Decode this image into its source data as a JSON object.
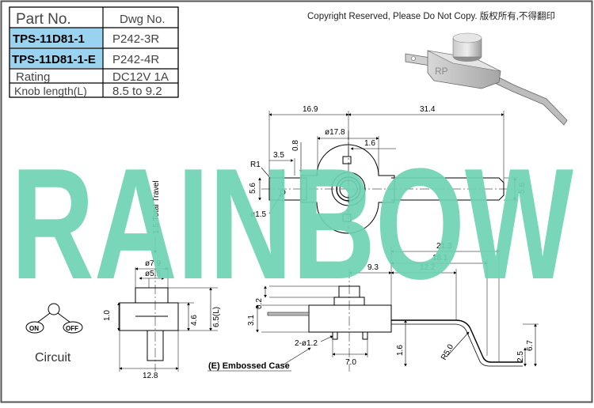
{
  "table": {
    "header": [
      "Part No.",
      "Dwg No."
    ],
    "rows": [
      [
        "TPS-11D81-1",
        "P242-3R"
      ],
      [
        "TPS-11D81-1-E",
        "P242-4R"
      ],
      [
        "Rating",
        "DC12V 1A"
      ],
      [
        "Knob length(L)",
        "8.5 to 9.2"
      ]
    ],
    "highlight_color": "#99d3f0"
  },
  "copyright": "Copyright Reserved, Please Do Not Copy. 版权所有,不得翻印",
  "watermark": {
    "text": "RAINBOW",
    "color": "#6fd3b4"
  },
  "iso_label": "RP",
  "circuit": {
    "label": "Circuit",
    "on": "ON",
    "off": "OFF"
  },
  "embossed_note": "(E) Embossed Case",
  "dimensions": {
    "d16_9": "16.9",
    "d31_4": "31.4",
    "phi17_8": "ø17.8",
    "d1_6_top": "1.6",
    "d3_5": "3.5",
    "d0_8": "0.8",
    "r1": "R1",
    "d5_6_left": "5.6",
    "d5_6_right": "5.6",
    "phi1_5": "ø1.5",
    "travel": "1.5 Total Travel",
    "phi7_9": "ø7.9",
    "phi5_5": "ø5.5",
    "d1_0": "1.0",
    "d4_6": "4.6",
    "d6_5L": "6.5(L)",
    "d12_8": "12.8",
    "d0_2": "0.2",
    "d3_1": "3.1",
    "d2phi1_2": "2-ø1.2",
    "d7_0": "7.0",
    "d9_3": "9.3",
    "d12_2": "12.2",
    "d18_1": "18.1",
    "d21_3": "21.3",
    "d1_6_side": "1.6",
    "r5_0": "R5.0",
    "d2_5": "2.5",
    "d6_7": "6.7"
  }
}
